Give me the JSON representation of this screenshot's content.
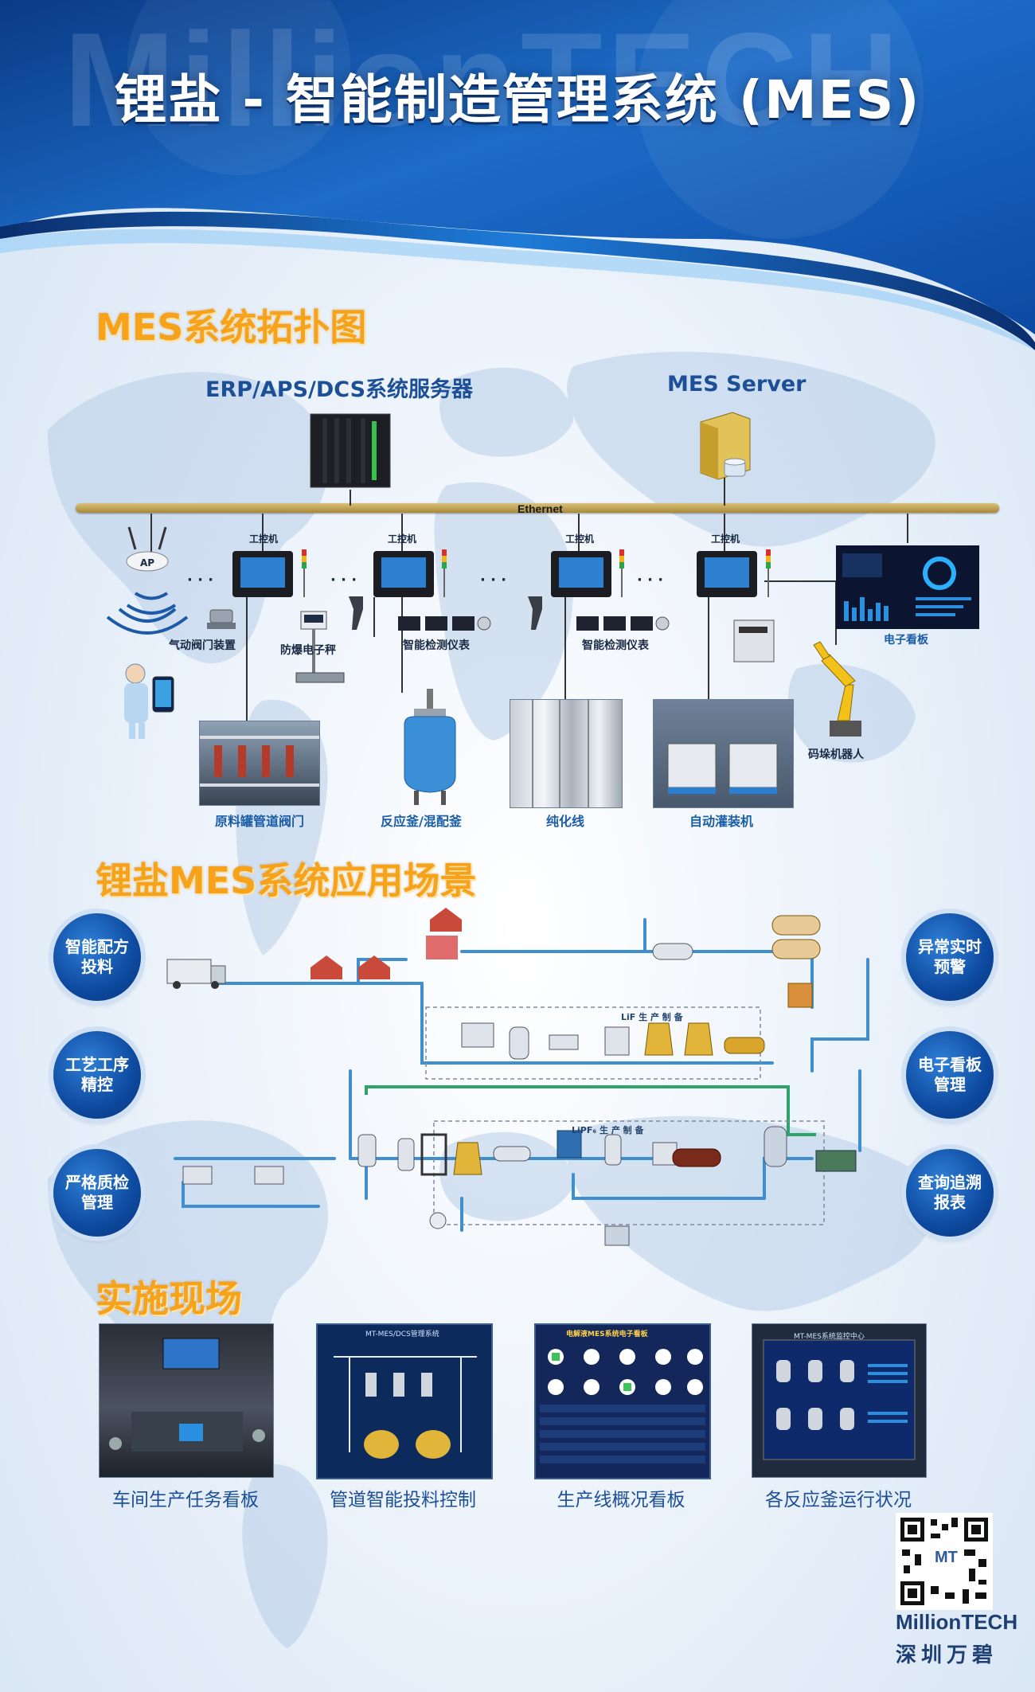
{
  "header": {
    "title": "锂盐 - 智能制造管理系统 (MES)",
    "watermark": "MillionTECH"
  },
  "topology": {
    "section_title": "MES系统拓扑图",
    "erp_label": "ERP/APS/DCS系统服务器",
    "mes_label": "MES Server",
    "ethernet": "Ethernet",
    "ipc_label": "工控机",
    "ap_label": "AP",
    "dots": "· · ·",
    "items": {
      "valve_device": "气动阀门装置",
      "scale": "防爆电子秤",
      "instrument_1": "智能检测仪表",
      "instrument_2": "智能检测仪表",
      "kanban": "电子看板",
      "raw_valve": "原料罐管道阀门",
      "reactor": "反应釜/混配釜",
      "purify": "纯化线",
      "filling": "自动灌装机",
      "robot": "码垛机器人"
    }
  },
  "scenario": {
    "section_title": "锂盐MES系统应用场景",
    "left_badges": [
      "智能配方投料",
      "工艺工序精控",
      "严格质检管理"
    ],
    "right_badges": [
      "异常实时预警",
      "电子看板管理",
      "查询追溯报表"
    ],
    "lif_label": "LiF 生 产 制 备",
    "lipf_label": "LiPF₆ 生 产 制 备"
  },
  "site": {
    "section_title": "实施现场",
    "captions": [
      "车间生产任务看板",
      "管道智能投料控制",
      "生产线概况看板",
      "各反应釜运行状况"
    ],
    "screen_titles": [
      "MT-MES/DCS管理系统",
      "电解液MES系统电子看板",
      "MT-MES系统监控中心"
    ]
  },
  "brand": {
    "name": "MillionTECH",
    "cn": "深圳万碧",
    "qr_mark": "MT"
  },
  "colors": {
    "accent": "#f7a21b",
    "primary": "#1d4f97",
    "badge": "#0d4aa0"
  }
}
